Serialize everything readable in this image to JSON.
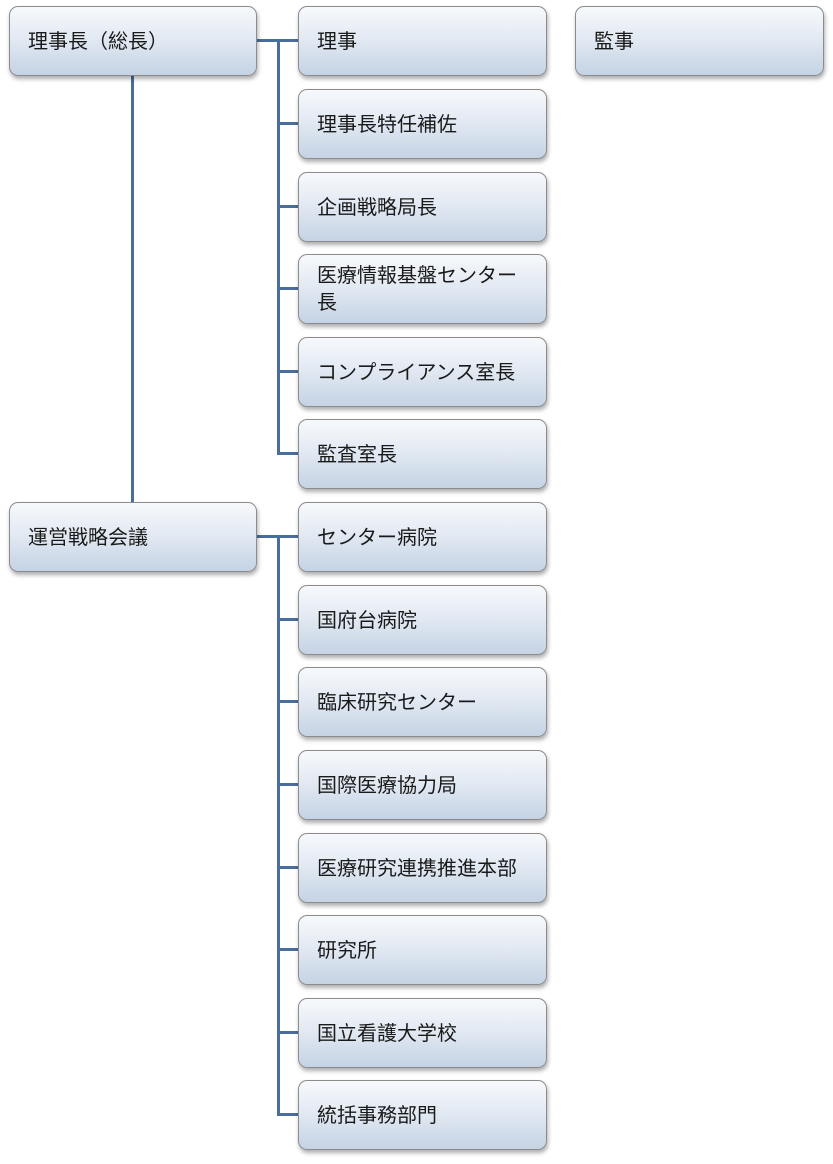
{
  "top": {
    "chair": "理事長（総長）",
    "auditor": "監事",
    "staff": [
      "理事",
      "理事長特任補佐",
      "企画戦略局長",
      "医療情報基盤センター長",
      "コンプライアンス室長",
      "監査室長"
    ]
  },
  "council": {
    "name": "運営戦略会議",
    "units": [
      "センター病院",
      "国府台病院",
      "臨床研究センター",
      "国際医療協力局",
      "医療研究連携推進本部",
      "研究所",
      "国立看護大学校",
      "統括事務部門"
    ]
  },
  "colors": {
    "connector": "#4a6e9b",
    "box_border": "#8c8c8c",
    "box_top": "#f7f9fc",
    "box_bottom": "#c5d3e4",
    "text": "#1a1a1a"
  }
}
